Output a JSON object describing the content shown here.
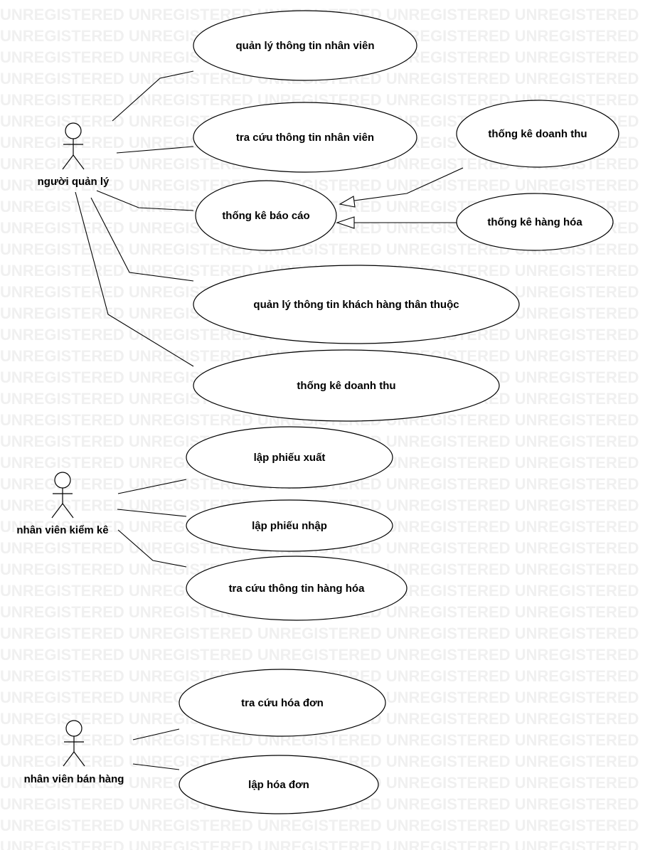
{
  "watermark": "UNREGISTERED UNREGISTERED UNREGISTERED UNREGISTERED UNREGISTERED",
  "actors": [
    {
      "id": "manager",
      "label": "người quản lý"
    },
    {
      "id": "inventory",
      "label": "nhân viên kiểm kê"
    },
    {
      "id": "sales",
      "label": "nhân viên bán hàng"
    }
  ],
  "use_cases": [
    {
      "id": "uc1",
      "label": "quản lý thông tin nhân viên"
    },
    {
      "id": "uc2",
      "label": "tra cứu thông tin nhân viên"
    },
    {
      "id": "uc3",
      "label": "thống kê báo cáo"
    },
    {
      "id": "uc4",
      "label": "quản lý thông tin khách hàng thân thuộc"
    },
    {
      "id": "uc5",
      "label": "thống kê doanh thu"
    },
    {
      "id": "uc6",
      "label": "thống kê doanh thu"
    },
    {
      "id": "uc7",
      "label": "thống kê hàng hóa"
    },
    {
      "id": "uc8",
      "label": "lập phiếu xuất"
    },
    {
      "id": "uc9",
      "label": "lập phiếu nhập"
    },
    {
      "id": "uc10",
      "label": "tra cứu thông tin hàng hóa"
    },
    {
      "id": "uc11",
      "label": "tra cứu hóa đơn"
    },
    {
      "id": "uc12",
      "label": "lập hóa đơn"
    }
  ],
  "associations": [
    {
      "from": "manager",
      "to": "uc1"
    },
    {
      "from": "manager",
      "to": "uc2"
    },
    {
      "from": "manager",
      "to": "uc3"
    },
    {
      "from": "manager",
      "to": "uc4"
    },
    {
      "from": "manager",
      "to": "uc5"
    },
    {
      "from": "inventory",
      "to": "uc8"
    },
    {
      "from": "inventory",
      "to": "uc9"
    },
    {
      "from": "inventory",
      "to": "uc10"
    },
    {
      "from": "sales",
      "to": "uc11"
    },
    {
      "from": "sales",
      "to": "uc12"
    }
  ],
  "generalizations": [
    {
      "child": "uc6",
      "parent": "uc3"
    },
    {
      "child": "uc7",
      "parent": "uc3"
    }
  ]
}
